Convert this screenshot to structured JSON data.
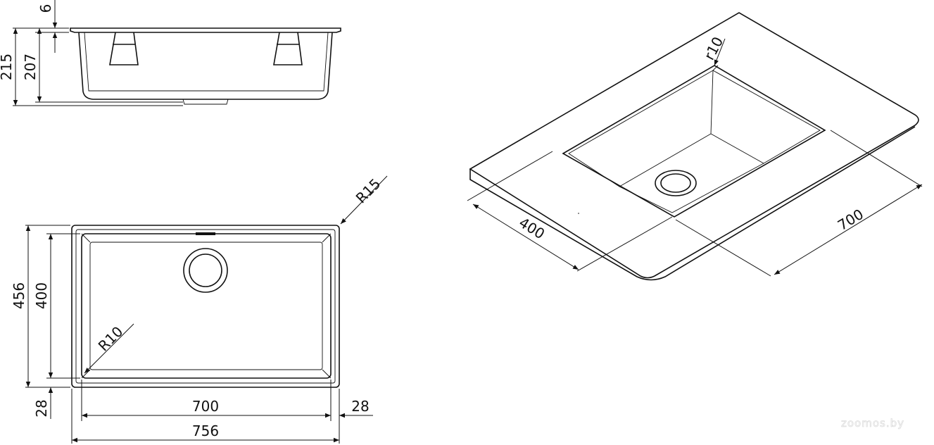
{
  "side_view": {
    "dim_flange": "6",
    "dim_total_height": "215",
    "dim_bowl_depth": "207"
  },
  "top_view": {
    "dim_outer_height": "456",
    "dim_inner_height": "400",
    "dim_flange_bottom": "28",
    "dim_inner_width": "700",
    "dim_flange_right": "28",
    "dim_outer_width": "756",
    "radius_outer": "R15",
    "radius_inner": "R10"
  },
  "iso_view": {
    "dim_depth": "400",
    "dim_width": "700",
    "radius": "r10"
  },
  "watermark": "zoomos.by"
}
